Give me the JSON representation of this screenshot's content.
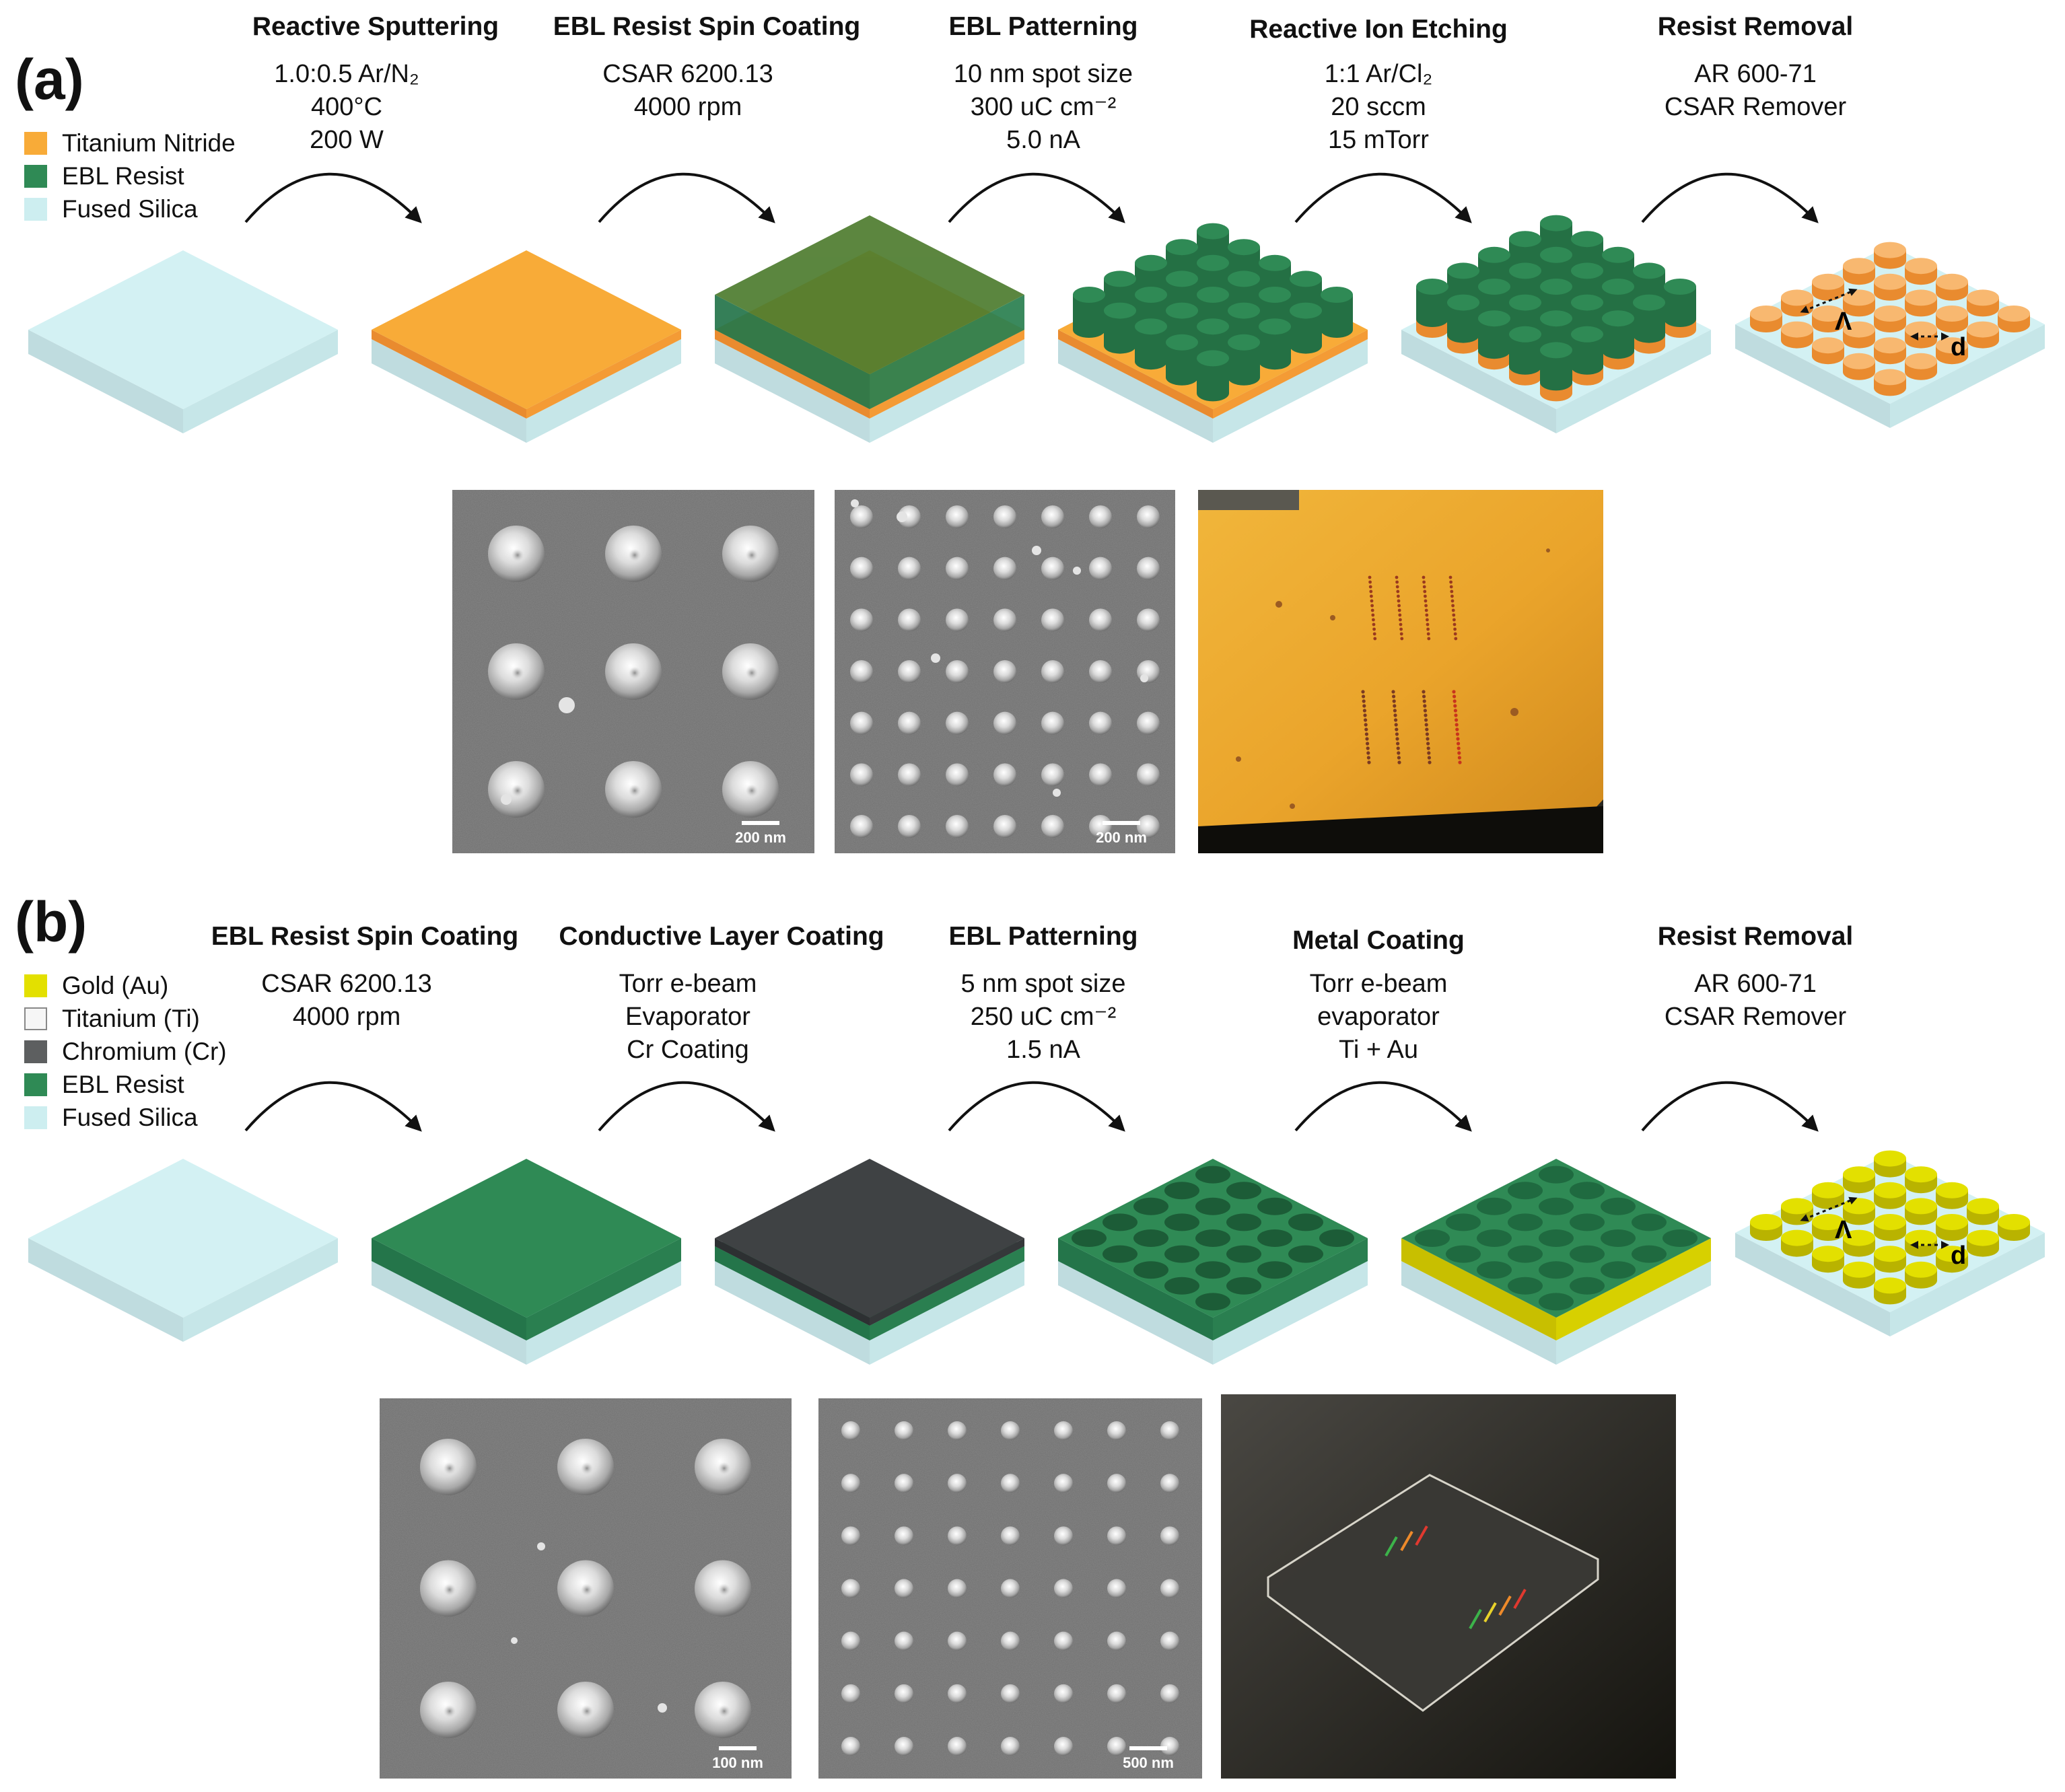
{
  "panel_a": {
    "label": "(a)",
    "legend": [
      {
        "name": "Titanium Nitride",
        "color": "#f8ab38"
      },
      {
        "name": "EBL Resist",
        "color": "#2f8a55"
      },
      {
        "name": "Fused Silica",
        "color": "#cdeef0"
      }
    ],
    "steps": [
      {
        "title": "Reactive Sputtering",
        "params": [
          "1.0:0.5 Ar/N₂",
          "400°C",
          "200 W"
        ]
      },
      {
        "title": "EBL Resist Spin Coating",
        "params": [
          "CSAR 6200.13",
          "4000 rpm"
        ]
      },
      {
        "title": "EBL Patterning",
        "params": [
          "10 nm spot size",
          "300 uC cm⁻²",
          "5.0 nA"
        ]
      },
      {
        "title": "Reactive Ion Etching",
        "params": [
          "1:1 Ar/Cl₂",
          "20 sccm",
          "15 mTorr"
        ]
      },
      {
        "title": "Resist Removal",
        "params": [
          "AR 600-71",
          "CSAR Remover"
        ]
      }
    ],
    "annotations": {
      "lambda": "Λ",
      "d": "d"
    },
    "scalebars": [
      "200 nm",
      "200 nm"
    ]
  },
  "panel_b": {
    "label": "(b)",
    "legend": [
      {
        "name": "Gold (Au)",
        "color": "#e3e000"
      },
      {
        "name": "Titanium (Ti)",
        "color": "#f6f6f6"
      },
      {
        "name": "Chromium (Cr)",
        "color": "#5d5f60"
      },
      {
        "name": "EBL Resist",
        "color": "#2f8a55"
      },
      {
        "name": "Fused Silica",
        "color": "#cdeef0"
      }
    ],
    "steps": [
      {
        "title": "EBL Resist Spin Coating",
        "params": [
          "CSAR 6200.13",
          "4000 rpm"
        ]
      },
      {
        "title": "Conductive Layer Coating",
        "params": [
          "Torr e-beam",
          "Evaporator",
          "Cr Coating"
        ]
      },
      {
        "title": "EBL Patterning",
        "params": [
          "5 nm spot size",
          "250 uC cm⁻²",
          "1.5 nA"
        ]
      },
      {
        "title": "Metal Coating",
        "params": [
          "Torr e-beam",
          "evaporator",
          "Ti + Au"
        ]
      },
      {
        "title": "Resist Removal",
        "params": [
          "AR 600-71",
          "CSAR Remover"
        ]
      }
    ],
    "annotations": {
      "lambda": "Λ",
      "d": "d"
    },
    "scalebars": [
      "100 nm",
      "500 nm"
    ]
  }
}
